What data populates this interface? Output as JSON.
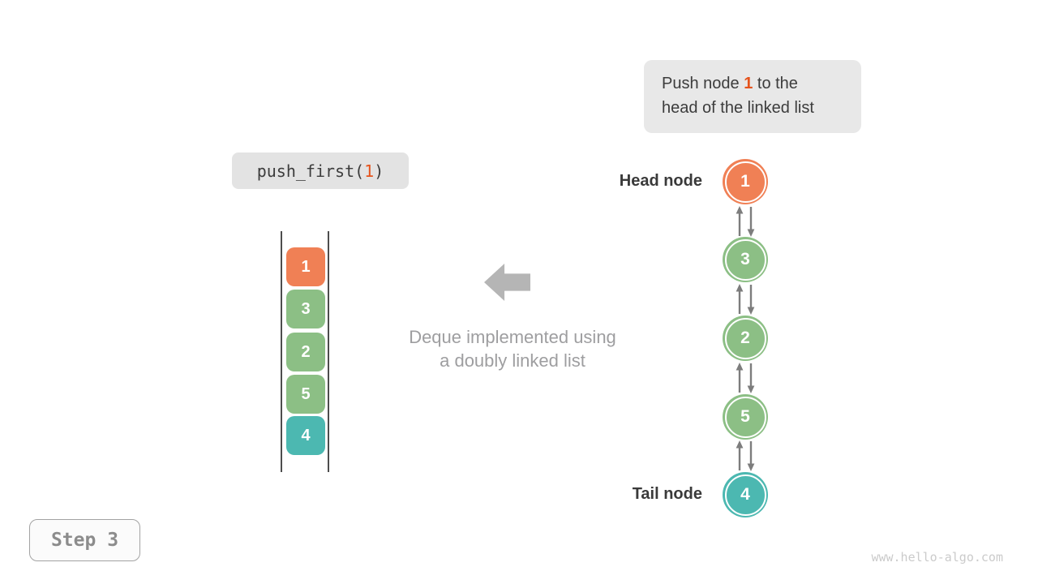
{
  "colors": {
    "orange": "#F08055",
    "green": "#8CBF85",
    "teal": "#4CB8B1",
    "accent_text": "#E5531C",
    "dark_text": "#3C3C3C",
    "caption_gray": "#9E9EA0",
    "arrow_gray": "#B5B5B5",
    "connector_gray": "#7D7D7D"
  },
  "callout": {
    "line1_before": "Push node ",
    "value": "1",
    "line1_after": " to the",
    "line2": "head of the linked list"
  },
  "code_box": {
    "prefix": "push_first(",
    "arg": "1",
    "suffix": ")"
  },
  "stack": {
    "cells": [
      {
        "value": "1",
        "color": "#F08055"
      },
      {
        "value": "3",
        "color": "#8CBF85"
      },
      {
        "value": "2",
        "color": "#8CBF85"
      },
      {
        "value": "5",
        "color": "#8CBF85"
      },
      {
        "value": "4",
        "color": "#4CB8B1"
      }
    ]
  },
  "caption": {
    "line1": "Deque implemented using",
    "line2": "a doubly linked list"
  },
  "linked_list": {
    "head_label": "Head node",
    "tail_label": "Tail node",
    "nodes": [
      {
        "value": "1",
        "color": "#F08055"
      },
      {
        "value": "3",
        "color": "#8CBF85"
      },
      {
        "value": "2",
        "color": "#8CBF85"
      },
      {
        "value": "5",
        "color": "#8CBF85"
      },
      {
        "value": "4",
        "color": "#4CB8B1"
      }
    ]
  },
  "step_box": {
    "label": "Step 3"
  },
  "watermark": "www.hello-algo.com"
}
